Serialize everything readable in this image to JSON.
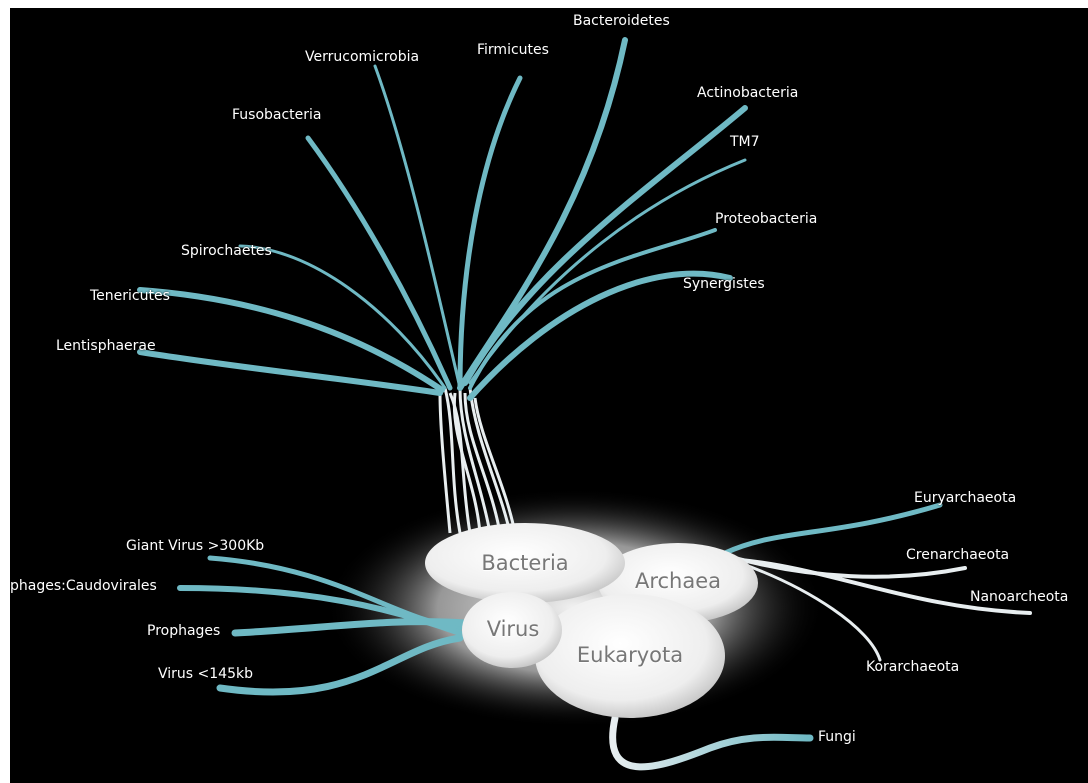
{
  "domains": {
    "bacteria": "Bacteria",
    "archaea": "Archaea",
    "virus": "Virus",
    "eukaryota": "Eukaryota"
  },
  "bacteria_phyla": {
    "bacteroidetes": "Bacteroidetes",
    "verrucomicrobia": "Verrucomicrobia",
    "firmicutes": "Firmicutes",
    "fusobacteria": "Fusobacteria",
    "actinobacteria": "Actinobacteria",
    "tm7": "TM7",
    "proteobacteria": "Proteobacteria",
    "spirochaetes": "Spirochaetes",
    "synergistes": "Synergistes",
    "tenericutes": "Tenericutes",
    "lentisphaerae": "Lentisphaerae"
  },
  "archaea_phyla": {
    "euryarchaeota": "Euryarchaeota",
    "crenarchaeota": "Crenarchaeota",
    "nanoarcheota": "Nanoarcheota",
    "korarchaeota": "Korarchaeota"
  },
  "virus_groups": {
    "giant_virus": "Giant Virus >300Kb",
    "caudovirales": "phages:Caudovirales",
    "prophages": "Prophages",
    "virus_small": "Virus <145kb"
  },
  "eukaryota_groups": {
    "fungi": "Fungi"
  },
  "colors": {
    "background": "#000000",
    "branch_teal": "#6fb9c4",
    "branch_white": "#e8eef0",
    "label": "#ffffff",
    "domain_text": "#777777"
  }
}
